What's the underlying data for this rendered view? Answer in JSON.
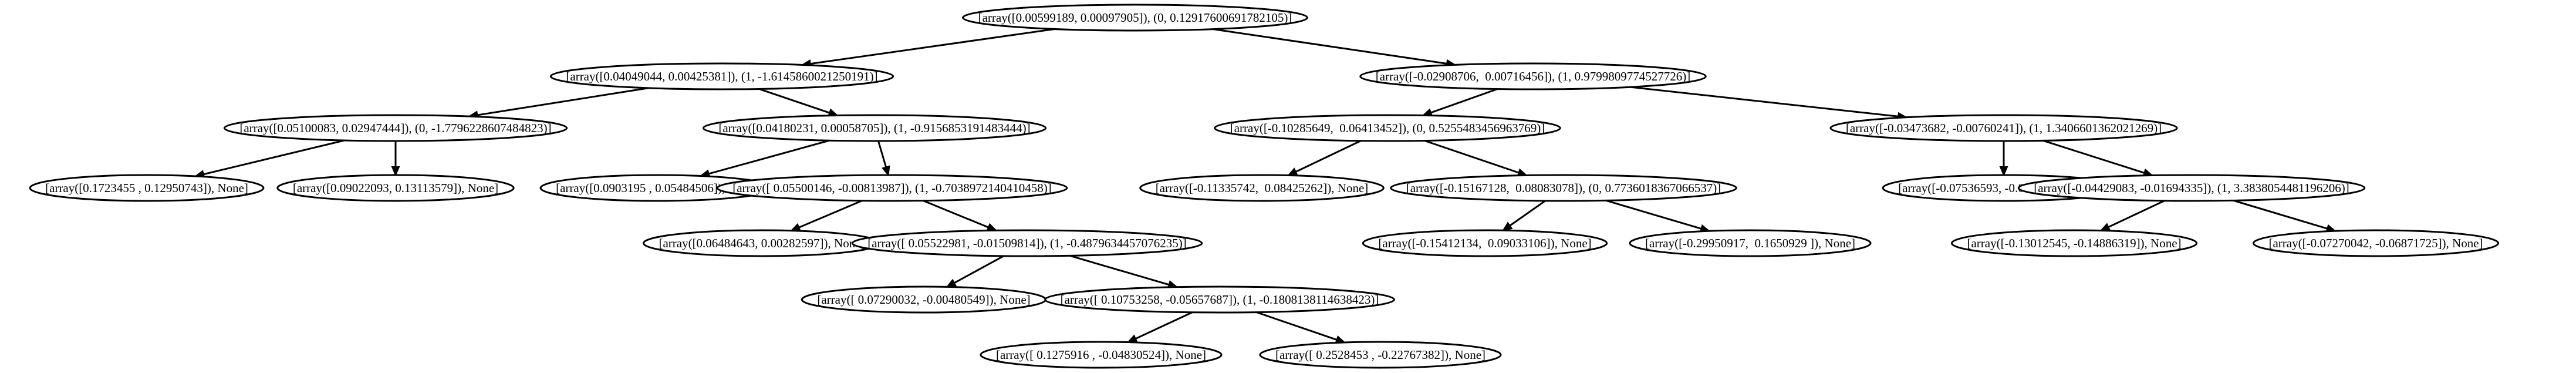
{
  "tree": {
    "nodes": [
      {
        "id": "n0",
        "label": "[array([0.00599189, 0.00097905]), (0, 0.12917600691782105)]"
      },
      {
        "id": "n1",
        "label": "[array([0.04049044, 0.00425381]), (1, -1.6145860021250191)]"
      },
      {
        "id": "n2",
        "label": "[array([-0.02908706,  0.00716456]), (1, 0.9799809774527726)]"
      },
      {
        "id": "n3",
        "label": "[array([0.05100083, 0.02947444]), (0, -1.7796228607484823)]"
      },
      {
        "id": "n4",
        "label": "[array([0.04180231, 0.00058705]), (1, -0.9156853191483444)]"
      },
      {
        "id": "n5",
        "label": "[array([-0.10285649,  0.06413452]), (0, 0.5255483456963769)]"
      },
      {
        "id": "n6",
        "label": "[array([-0.03473682, -0.00760241]), (1, 1.3406601362021269)]"
      },
      {
        "id": "n7",
        "label": "[array([0.1723455 , 0.12950743]), None]"
      },
      {
        "id": "n8",
        "label": "[array([0.09022093, 0.13113579]), None]"
      },
      {
        "id": "n9",
        "label": "[array([0.0903195 , 0.05484506]), None]"
      },
      {
        "id": "n10",
        "label": "[array([ 0.05500146, -0.00813987]), (1, -0.7038972140410458)]"
      },
      {
        "id": "n11",
        "label": "[array([-0.11335742,  0.08425262]), None]"
      },
      {
        "id": "n12",
        "label": "[array([-0.15167128,  0.08083078]), (0, 0.7736018367066537)]"
      },
      {
        "id": "n13",
        "label": "[array([-0.07536593, -0.0178403 ]), None]"
      },
      {
        "id": "n14",
        "label": "[array([-0.04429083, -0.01694335]), (1, 3.3838054481196206)]"
      },
      {
        "id": "n15",
        "label": "[array([0.06484643, 0.00282597]), None]"
      },
      {
        "id": "n16",
        "label": "[array([ 0.05522981, -0.01509814]), (1, -0.4879634457076235)]"
      },
      {
        "id": "n17",
        "label": "[array([-0.15412134,  0.09033106]), None]"
      },
      {
        "id": "n18",
        "label": "[array([-0.29950917,  0.1650929 ]), None]"
      },
      {
        "id": "n19",
        "label": "[array([-0.13012545, -0.14886319]), None]"
      },
      {
        "id": "n20",
        "label": "[array([-0.07270042, -0.06871725]), None]"
      },
      {
        "id": "n21",
        "label": "[array([ 0.07290032, -0.00480549]), None]"
      },
      {
        "id": "n22",
        "label": "[array([ 0.10753258, -0.05657687]), (1, -0.1808138114638423)]"
      },
      {
        "id": "n23",
        "label": "[array([ 0.1275916 , -0.04830524]), None]"
      },
      {
        "id": "n24",
        "label": "[array([ 0.2528453 , -0.22767382]), None]"
      }
    ],
    "edges": [
      [
        "n0",
        "n1"
      ],
      [
        "n0",
        "n2"
      ],
      [
        "n1",
        "n3"
      ],
      [
        "n1",
        "n4"
      ],
      [
        "n2",
        "n5"
      ],
      [
        "n2",
        "n6"
      ],
      [
        "n3",
        "n7"
      ],
      [
        "n3",
        "n8"
      ],
      [
        "n4",
        "n9"
      ],
      [
        "n4",
        "n10"
      ],
      [
        "n5",
        "n11"
      ],
      [
        "n5",
        "n12"
      ],
      [
        "n6",
        "n13"
      ],
      [
        "n6",
        "n14"
      ],
      [
        "n10",
        "n15"
      ],
      [
        "n10",
        "n16"
      ],
      [
        "n12",
        "n17"
      ],
      [
        "n12",
        "n18"
      ],
      [
        "n14",
        "n19"
      ],
      [
        "n14",
        "n20"
      ],
      [
        "n16",
        "n21"
      ],
      [
        "n16",
        "n22"
      ],
      [
        "n22",
        "n23"
      ],
      [
        "n22",
        "n24"
      ]
    ]
  }
}
